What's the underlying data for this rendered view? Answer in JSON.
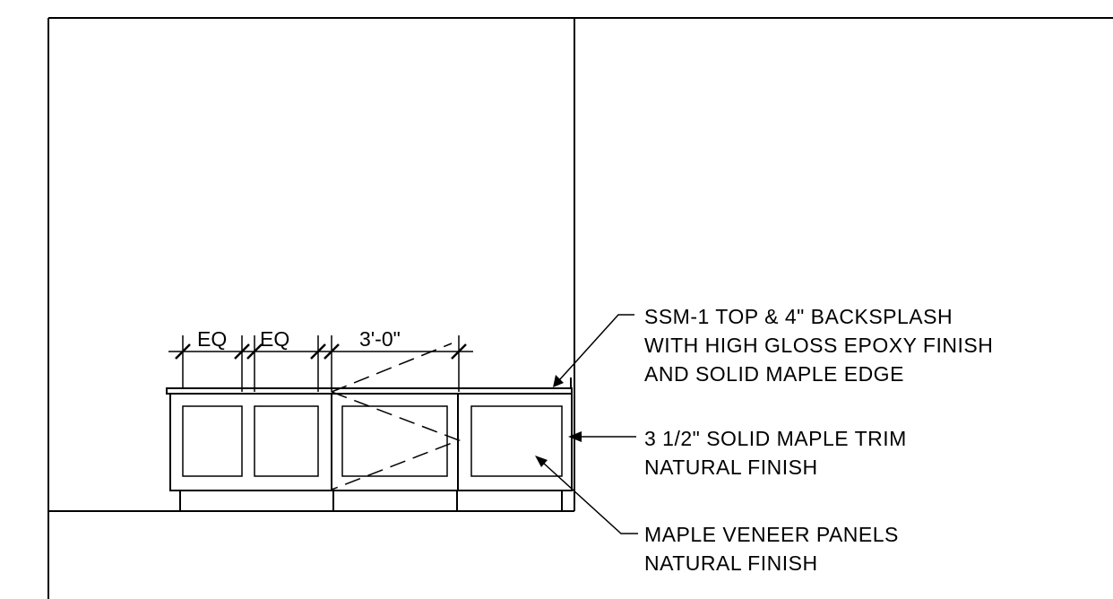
{
  "dimensions": {
    "eq_left": "EQ",
    "eq_middle": "EQ",
    "door_width": "3'-0\""
  },
  "callouts": {
    "top": {
      "line1": "SSM-1 TOP & 4\" BACKSPLASH",
      "line2": "WITH HIGH GLOSS EPOXY FINISH",
      "line3": "AND SOLID MAPLE EDGE"
    },
    "trim": {
      "line1": "3 1/2\" SOLID MAPLE TRIM",
      "line2": "NATURAL FINISH"
    },
    "panels": {
      "line1": "MAPLE VENEER PANELS",
      "line2": "NATURAL FINISH"
    }
  }
}
